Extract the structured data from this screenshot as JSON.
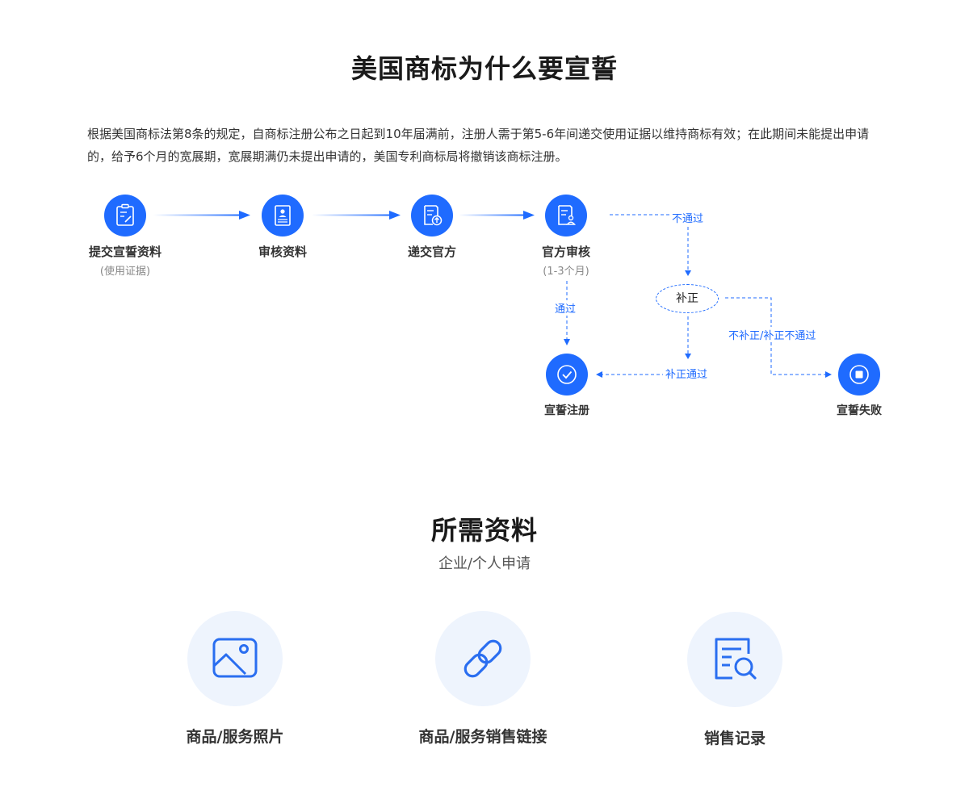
{
  "section1": {
    "title": "美国商标为什么要宣誓",
    "paragraph": "根据美国商标法第8条的规定，自商标注册公布之日起到10年届满前，注册人需于第5-6年间递交使用证据以维持商标有效；在此期间未能提出申请的，给予6个月的宽展期，宽展期满仍未提出申请的，美国专利商标局将撤销该商标注册。"
  },
  "flow": {
    "steps": [
      {
        "label": "提交宣誓资料",
        "sub": "(使用证据)",
        "icon": "clipboard-edit-icon"
      },
      {
        "label": "审核资料",
        "sub": "",
        "icon": "document-icon"
      },
      {
        "label": "递交官方",
        "sub": "",
        "icon": "document-upload-icon"
      },
      {
        "label": "官方审核",
        "sub": "(1-3个月)",
        "icon": "document-review-icon"
      }
    ],
    "correction": "补正",
    "fail_label": "不通过",
    "pass_label": "通过",
    "correction_pass": "补正通过",
    "correction_fail": "不补正/补正不通过",
    "success_result": "宣誓注册",
    "failure_result": "宣誓失败",
    "accent_color": "#1f6bff"
  },
  "section2": {
    "title": "所需资料",
    "subtitle": "企业/个人申请",
    "materials": [
      {
        "label": "商品/服务照片",
        "icon": "image-icon"
      },
      {
        "label": "商品/服务销售链接",
        "icon": "link-icon"
      },
      {
        "label": "销售记录",
        "icon": "document-search-icon"
      }
    ]
  }
}
